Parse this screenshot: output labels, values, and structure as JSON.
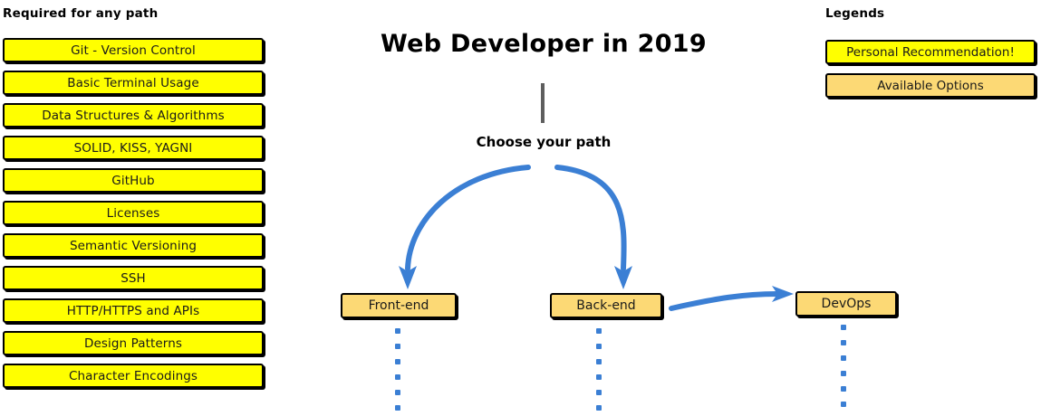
{
  "page": {
    "title": "Web Developer in 2019",
    "background_color": "#ffffff"
  },
  "colors": {
    "recommendation_fill": "#ffff00",
    "option_fill": "#fcd975",
    "outline": "#000000",
    "arrow_blue": "#3b7fd4",
    "stem_gray": "#5e5e5e"
  },
  "required_section": {
    "heading": "Required for any path",
    "items": [
      {
        "label": "Git - Version Control"
      },
      {
        "label": "Basic Terminal Usage"
      },
      {
        "label": "Data Structures & Algorithms"
      },
      {
        "label": "SOLID, KISS, YAGNI"
      },
      {
        "label": "GitHub"
      },
      {
        "label": "Licenses"
      },
      {
        "label": "Semantic Versioning"
      },
      {
        "label": "SSH"
      },
      {
        "label": "HTTP/HTTPS and APIs"
      },
      {
        "label": "Design Patterns"
      },
      {
        "label": "Character Encodings"
      }
    ]
  },
  "center": {
    "title": "Web Developer in 2019",
    "choose_label": "Choose your path",
    "paths": [
      {
        "id": "frontend",
        "label": "Front-end",
        "dots": 6
      },
      {
        "id": "backend",
        "label": "Back-end",
        "dots": 6
      },
      {
        "id": "devops",
        "label": "DevOps",
        "dots": 7
      }
    ]
  },
  "legends": {
    "heading": "Legends",
    "items": [
      {
        "label": "Personal Recommendation!",
        "style": "recommend"
      },
      {
        "label": "Available Options",
        "style": "available"
      }
    ]
  }
}
